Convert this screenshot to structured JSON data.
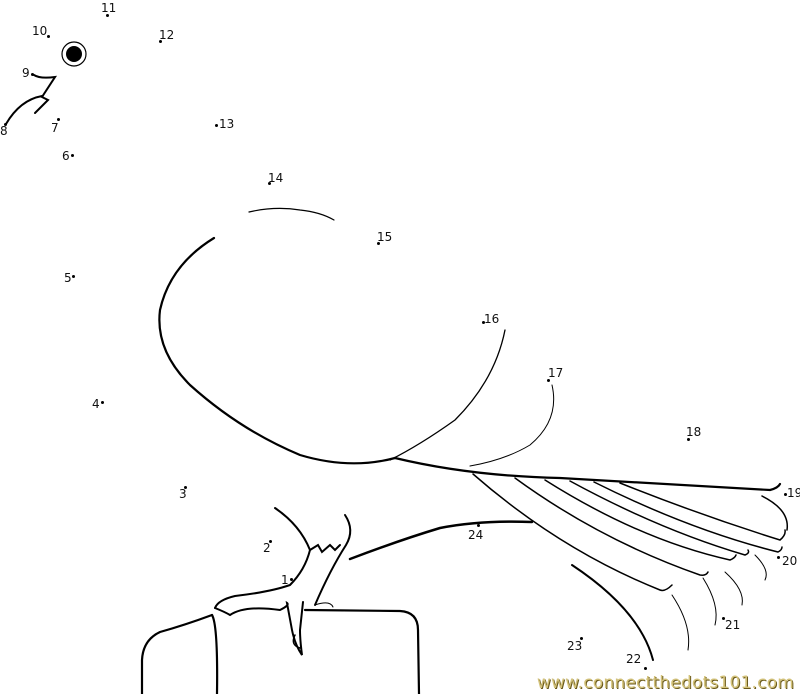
{
  "puzzle": {
    "dot_labels": [
      "1",
      "2",
      "3",
      "4",
      "5",
      "6",
      "7",
      "8",
      "9",
      "10",
      "11",
      "12",
      "13",
      "14",
      "15",
      "16",
      "17",
      "18",
      "19",
      "20",
      "21",
      "22",
      "23",
      "24"
    ]
  },
  "watermark": "www.connectthedots101.com"
}
